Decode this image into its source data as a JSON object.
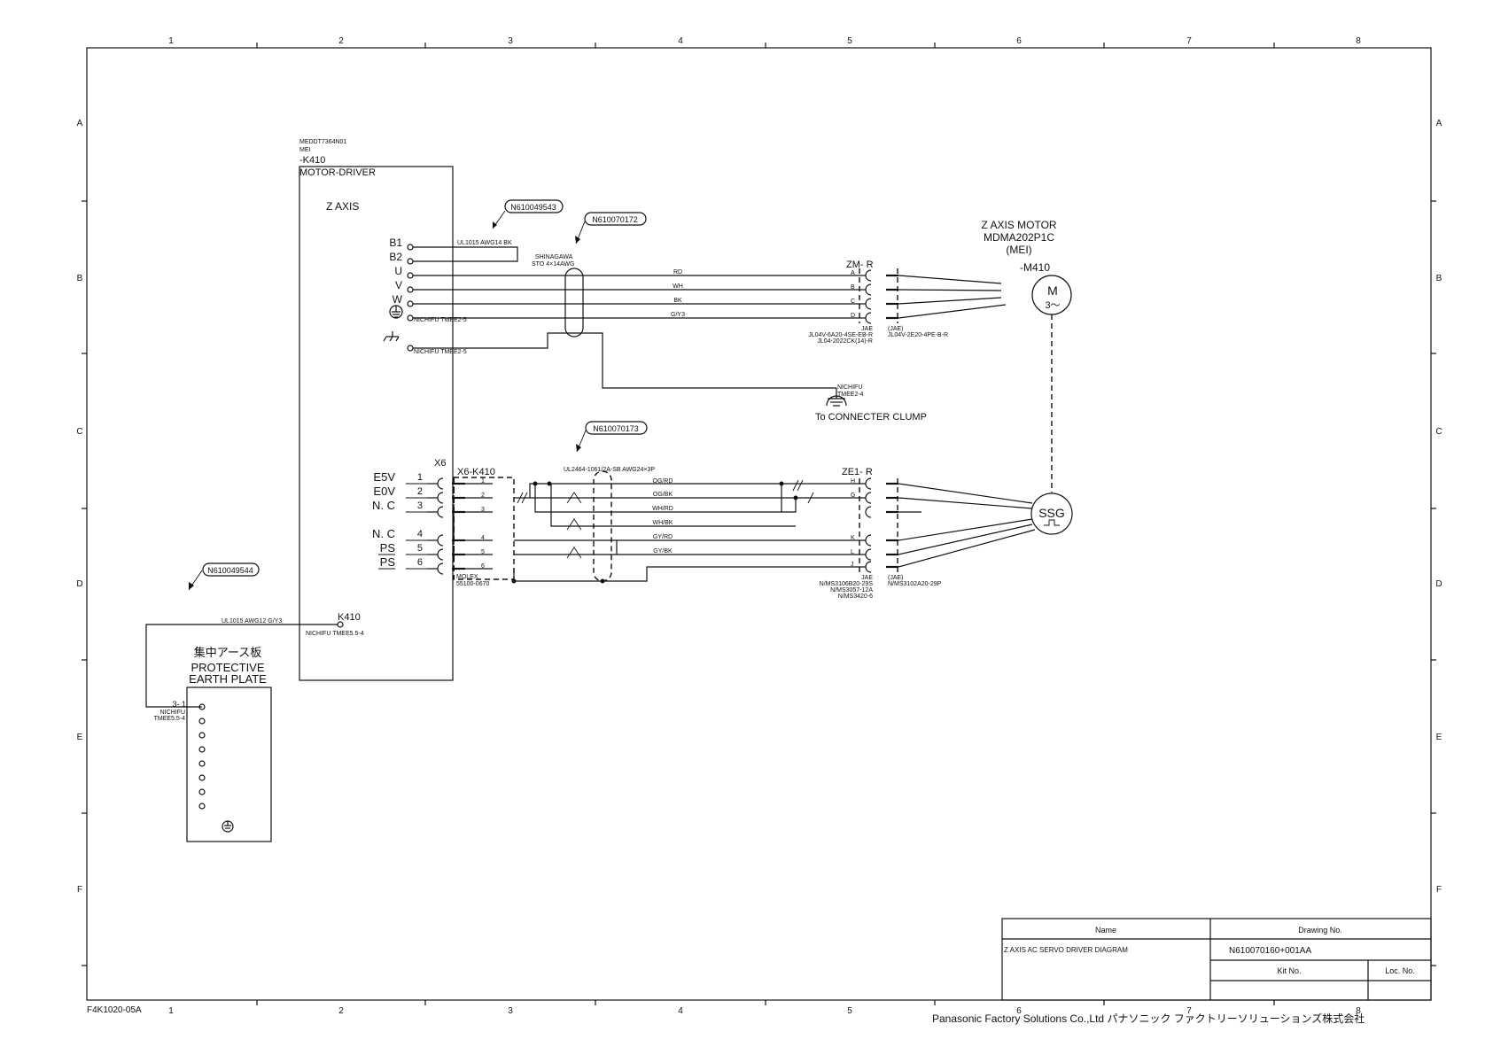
{
  "frame": {
    "col_labels": [
      "1",
      "2",
      "3",
      "4",
      "5",
      "6",
      "7",
      "8"
    ],
    "row_labels": [
      "A",
      "B",
      "C",
      "D",
      "E",
      "F"
    ],
    "form_code": "F4K1020-05A",
    "company": "Panasonic Factory Solutions Co.,Ltd パナソニック ファクトリーソリューションズ株式会社"
  },
  "driver": {
    "model": "MEDDT7364N01",
    "maker": "MEI",
    "tag": "-K410",
    "title": "MOTOR-DRIVER",
    "axis": "Z AXIS",
    "power_terminals": [
      "B1",
      "B2",
      "U",
      "V",
      "W"
    ],
    "connector": "X6",
    "signal_pins": [
      "E5V",
      "E0V",
      "N. C",
      "N. C",
      "PS",
      "PS"
    ],
    "signal_pin_numbers": [
      "1",
      "2",
      "3",
      "4",
      "5",
      "6"
    ],
    "ground_terminal_1": "NICHIFU TMEE2-5",
    "ground_terminal_2": "NICHIFU TMEE2-5",
    "k410_terminal": "K410",
    "k410_terminal_part": "NICHIFU TMEE5.5-4"
  },
  "cables": {
    "ref1": "N610049543",
    "ref1_spec": "UL1015 AWG14 BK",
    "ref2": "N610070172",
    "ref2_maker": "SHINAGAWA",
    "ref2_spec": "STO 4×14AWG",
    "power_wires": [
      "RD",
      "WH",
      "BK",
      "G/Y3"
    ],
    "ref3": "N610070173",
    "ref3_spec": "UL2464-1061/2A-SB AWG24×3P",
    "signal_connector": "X6-K410",
    "signal_connector_part_1": "MOLEX",
    "signal_connector_part_2": "55100-0670",
    "signal_wires": [
      "OG/RD",
      "OG/BK",
      "WH/RD",
      "WH/BK",
      "GY/RD",
      "GY/BK"
    ],
    "signal_wire_pins": [
      "1",
      "2",
      "3",
      "4",
      "5",
      "6"
    ],
    "ref4": "N610049544",
    "ref4_spec": "UL1015 AWG12 G/Y3"
  },
  "motor": {
    "title_1": "Z AXIS MOTOR",
    "title_2": "MDMA202P1C",
    "title_3": "(MEI)",
    "tag": "-M410",
    "symbol": "M",
    "phase": "3～",
    "power_connector": "ZM- R",
    "power_pins": [
      "A",
      "B",
      "C",
      "D"
    ],
    "power_conn_maker": "JAE",
    "power_conn_part_1": "JL04V-6A20-4SE-EB-R",
    "power_conn_part_2": "JL04-2022CK(14)-R",
    "power_receptacle_maker": "(JAE)",
    "power_receptacle_part": "JL04V-2E20-4PE-B-R",
    "clump_terminal_1": "NICHIFU",
    "clump_terminal_2": "TMEE2-4",
    "clump_label": "To CONNECTER CLUMP"
  },
  "encoder": {
    "symbol": "SSG",
    "connector": "ZE1- R",
    "pins": [
      "H",
      "G",
      "K",
      "L",
      "J"
    ],
    "conn_maker": "JAE",
    "conn_part_1": "N/MS3106B20-29S",
    "conn_part_2": "N/MS3057-12A",
    "conn_part_3": "N/MS3420-6",
    "receptacle_maker": "(JAE)",
    "receptacle_part": "N/MS3102A20-29P"
  },
  "earth_plate": {
    "title_jp": "集中アース板",
    "title_1": "PROTECTIVE",
    "title_2": "EARTH PLATE",
    "terminal": "3- 1",
    "terminal_part_1": "NICHIFU",
    "terminal_part_2": "TMEE5.5-4"
  },
  "title_block": {
    "name_header": "Name",
    "drawing_header": "Drawing No.",
    "name": "Z AXIS AC SERVO DRIVER DIAGRAM",
    "drawing_no": "N610070160+001AA",
    "kit_header": "Kit No.",
    "loc_header": "Loc. No."
  }
}
